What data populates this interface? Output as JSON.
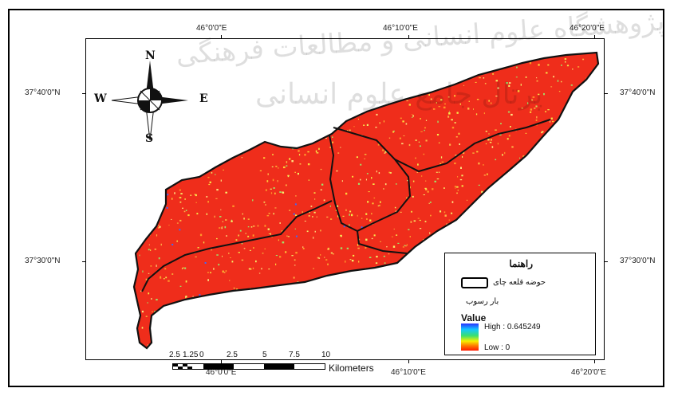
{
  "map": {
    "top_longitudes": [
      "46°0'0\"E",
      "46°10'0\"E",
      "46°20'0\"E"
    ],
    "bottom_longitudes": [
      "46°0'0\"E",
      "46°10'0\"E",
      "46°20'0\"E"
    ],
    "left_latitudes": [
      "37°40'0\"N",
      "37°30'0\"N"
    ],
    "right_latitudes": [
      "37°40'0\"N",
      "37°30'0\"N"
    ],
    "watermark_line1": "پژوهشگاه علوم انسانی و مطالعات فرهنگی",
    "watermark_line2": "پرتال جامع علوم انسانی"
  },
  "compass": {
    "north": "N",
    "south": "S",
    "east": "E",
    "west": "W"
  },
  "legend": {
    "title": "راهنما",
    "basin_label": "حوضه قلعه چای",
    "sediment_label": "بار رسوب",
    "value_title": "Value",
    "high_label": "High : 0.645249",
    "low_label": "Low : 0"
  },
  "scalebar": {
    "ticks": [
      "2.5",
      "1.25",
      "0",
      "2.5",
      "5",
      "7.5",
      "10"
    ],
    "unit": "Kilometers"
  },
  "colors": {
    "basin_fill": "#ef2d1b",
    "basin_outline": "#111111"
  }
}
